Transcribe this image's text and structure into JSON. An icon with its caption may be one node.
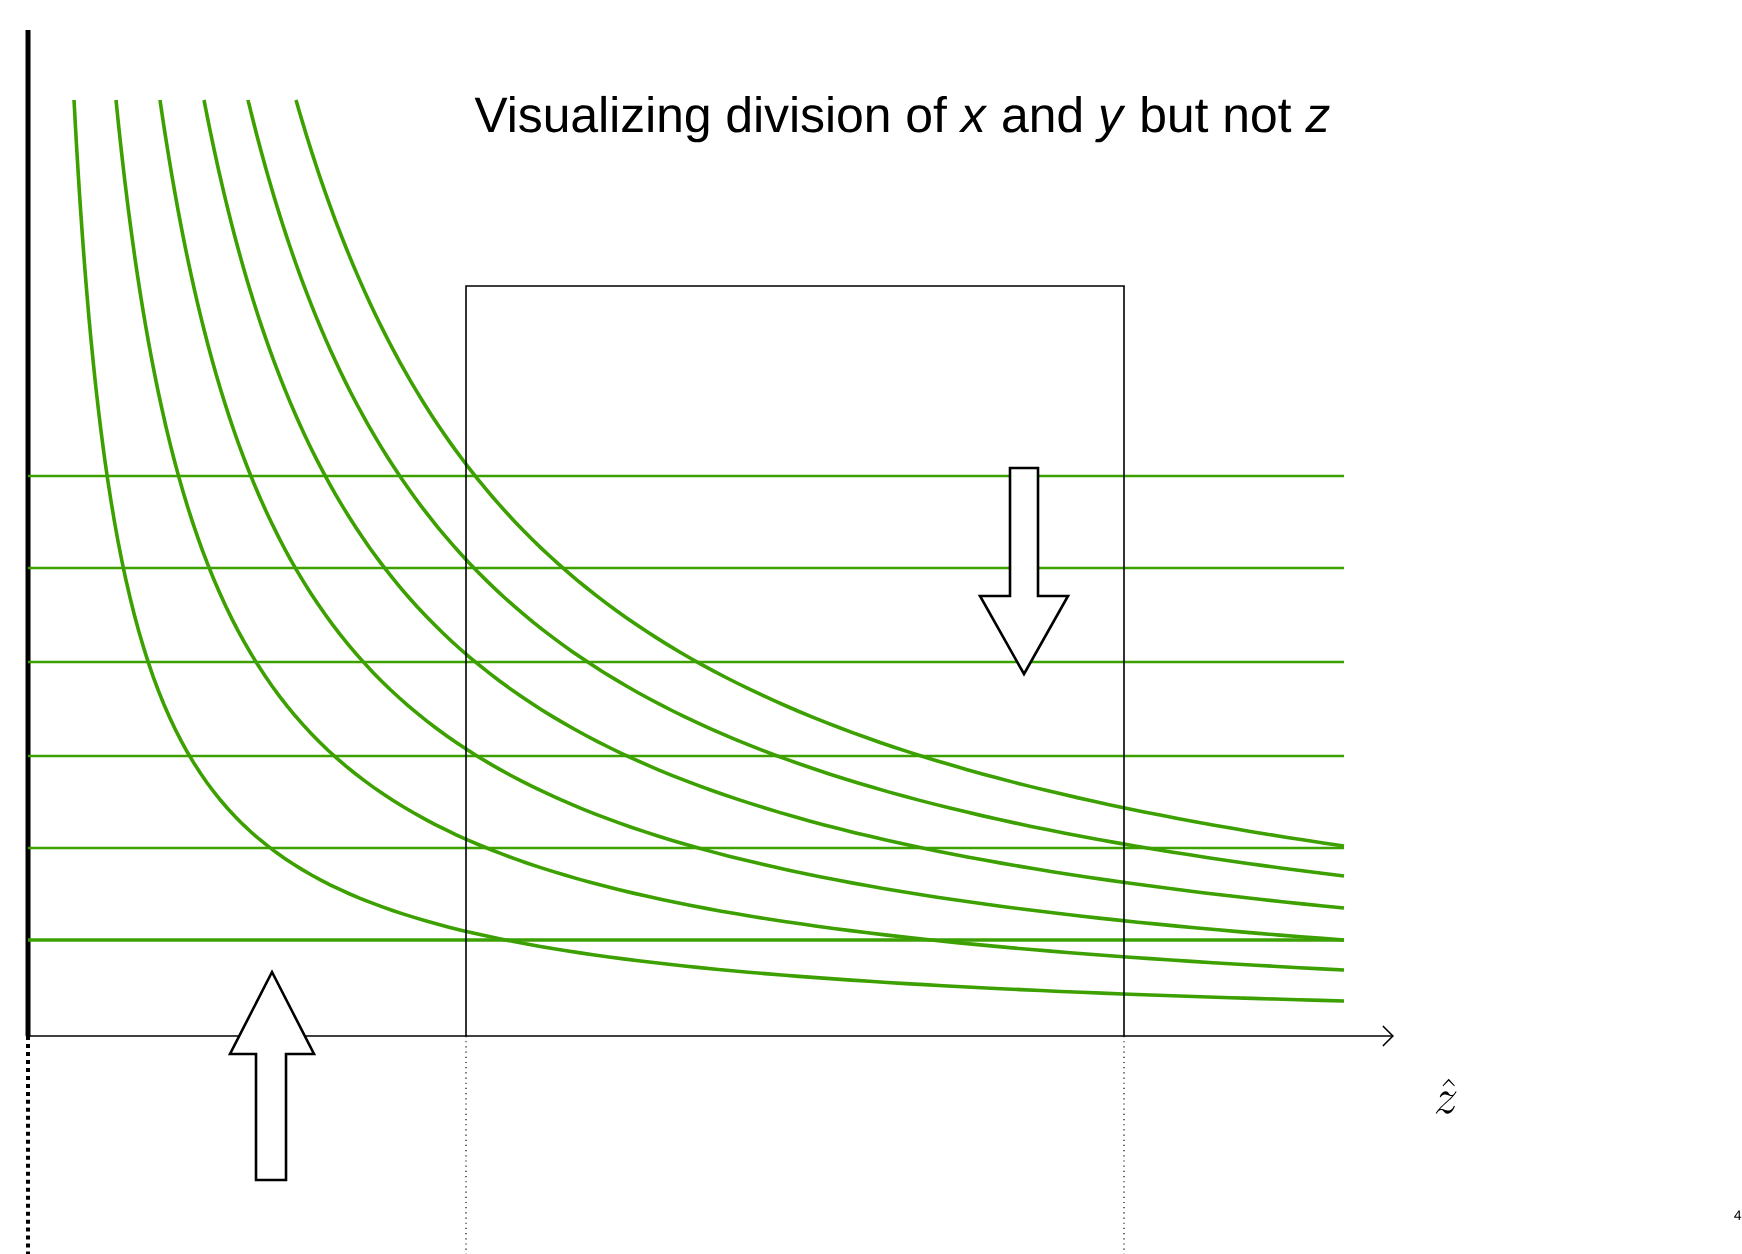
{
  "diagram": {
    "title": "Visualizing division of *x* and *y* but not *z*",
    "labels": [
      "\\hat{z}",
      "4"
    ]
  }
}
